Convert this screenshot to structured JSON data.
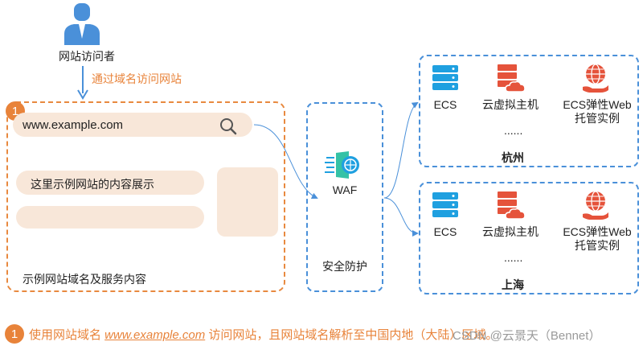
{
  "visitor": {
    "label": "网站访问者",
    "icon": "user-icon"
  },
  "access_step": "通过域名访问网站",
  "badge": "1",
  "website": {
    "url": "www.example.com",
    "content_text": "这里示例网站的内容展示",
    "caption": "示例网站域名及服务内容"
  },
  "waf": {
    "label": "WAF",
    "caption": "安全防护"
  },
  "regions": [
    {
      "name": "杭州",
      "resources": [
        {
          "label": "ECS",
          "icon": "server-icon"
        },
        {
          "label": "云虚拟主机",
          "icon": "cloud-host-icon"
        },
        {
          "label": "ECS弹性Web\n托管实例",
          "icon": "web-hosting-icon"
        }
      ],
      "more": "......"
    },
    {
      "name": "上海",
      "resources": [
        {
          "label": "ECS",
          "icon": "server-icon"
        },
        {
          "label": "云虚拟主机",
          "icon": "cloud-host-icon"
        },
        {
          "label": "ECS弹性Web\n托管实例",
          "icon": "web-hosting-icon"
        }
      ],
      "more": "......"
    }
  ],
  "footnote": {
    "prefix": "使用网站域名 ",
    "domain": "www.example.com",
    "suffix": " 访问网站，且网站域名解析至中国内地（大陆）区域。"
  },
  "watermark": "CSDN @云景天（Bennet）",
  "colors": {
    "accent_orange": "#e8833a",
    "accent_blue": "#4a90d9",
    "light_fill": "#f8e7d9",
    "icon_red": "#e5533b",
    "icon_blue": "#1fa0e0",
    "icon_green": "#35c2a6"
  }
}
